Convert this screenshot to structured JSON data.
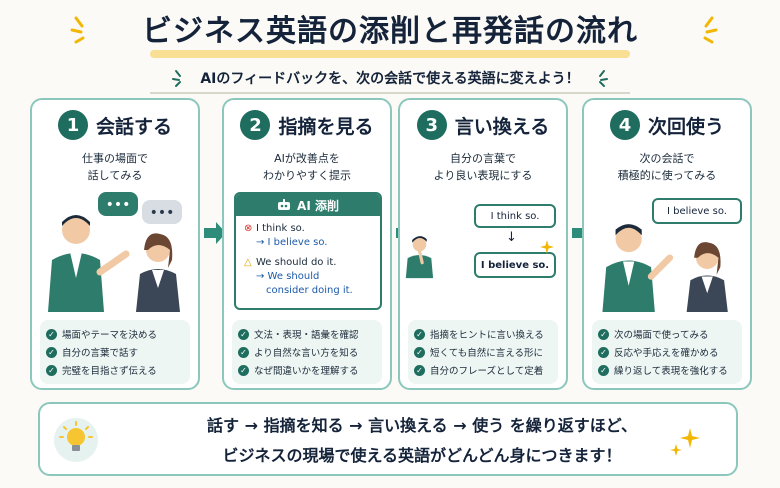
{
  "title": "ビジネス英語の添削と再発話の流れ",
  "subtitle": "AIのフィードバックを、次の会話で使える英語に変えよう！",
  "steps": [
    {
      "num": "1",
      "title": "会話する",
      "desc": [
        "仕事の場面で",
        "話してみる"
      ],
      "checks": [
        "場面やテーマを決める",
        "自分の言葉で話す",
        "完璧を目指さず伝える"
      ]
    },
    {
      "num": "2",
      "title": "指摘を見る",
      "desc": [
        "AIが改善点を",
        "わかりやすく提示"
      ],
      "panel": {
        "header": "AI 添削",
        "wrong1": "I think so.",
        "fix1": "→ I believe so.",
        "wrong2": "We should do it.",
        "fix2a": "→ We should",
        "fix2b": "consider doing it."
      },
      "checks": [
        "文法・表現・語彙を確認",
        "より自然な言い方を知る",
        "なぜ間違いかを理解する"
      ]
    },
    {
      "num": "3",
      "title": "言い換える",
      "desc": [
        "自分の言葉で",
        "より良い表現にする"
      ],
      "bubble_from": "I think so.",
      "bubble_arrow": "↓",
      "bubble_to": "I believe so.",
      "checks": [
        "指摘をヒントに言い換える",
        "短くても自然に言える形に",
        "自分のフレーズとして定着"
      ]
    },
    {
      "num": "4",
      "title": "次回使う",
      "desc": [
        "次の会話で",
        "積極的に使ってみる"
      ],
      "bubble": "I believe so.",
      "checks": [
        "次の場面で使ってみる",
        "反応や手応えを確かめる",
        "繰り返して表現を強化する"
      ]
    }
  ],
  "bottom": {
    "line1": "話す → 指摘を知る → 言い換える → 使う を繰り返すほど、",
    "line2": "ビジネスの現場で使える英語がどんどん身につきます！"
  },
  "colors": {
    "accent": "#1f6d5e",
    "border": "#8cc7bd",
    "highlight": "#f6d36a"
  }
}
